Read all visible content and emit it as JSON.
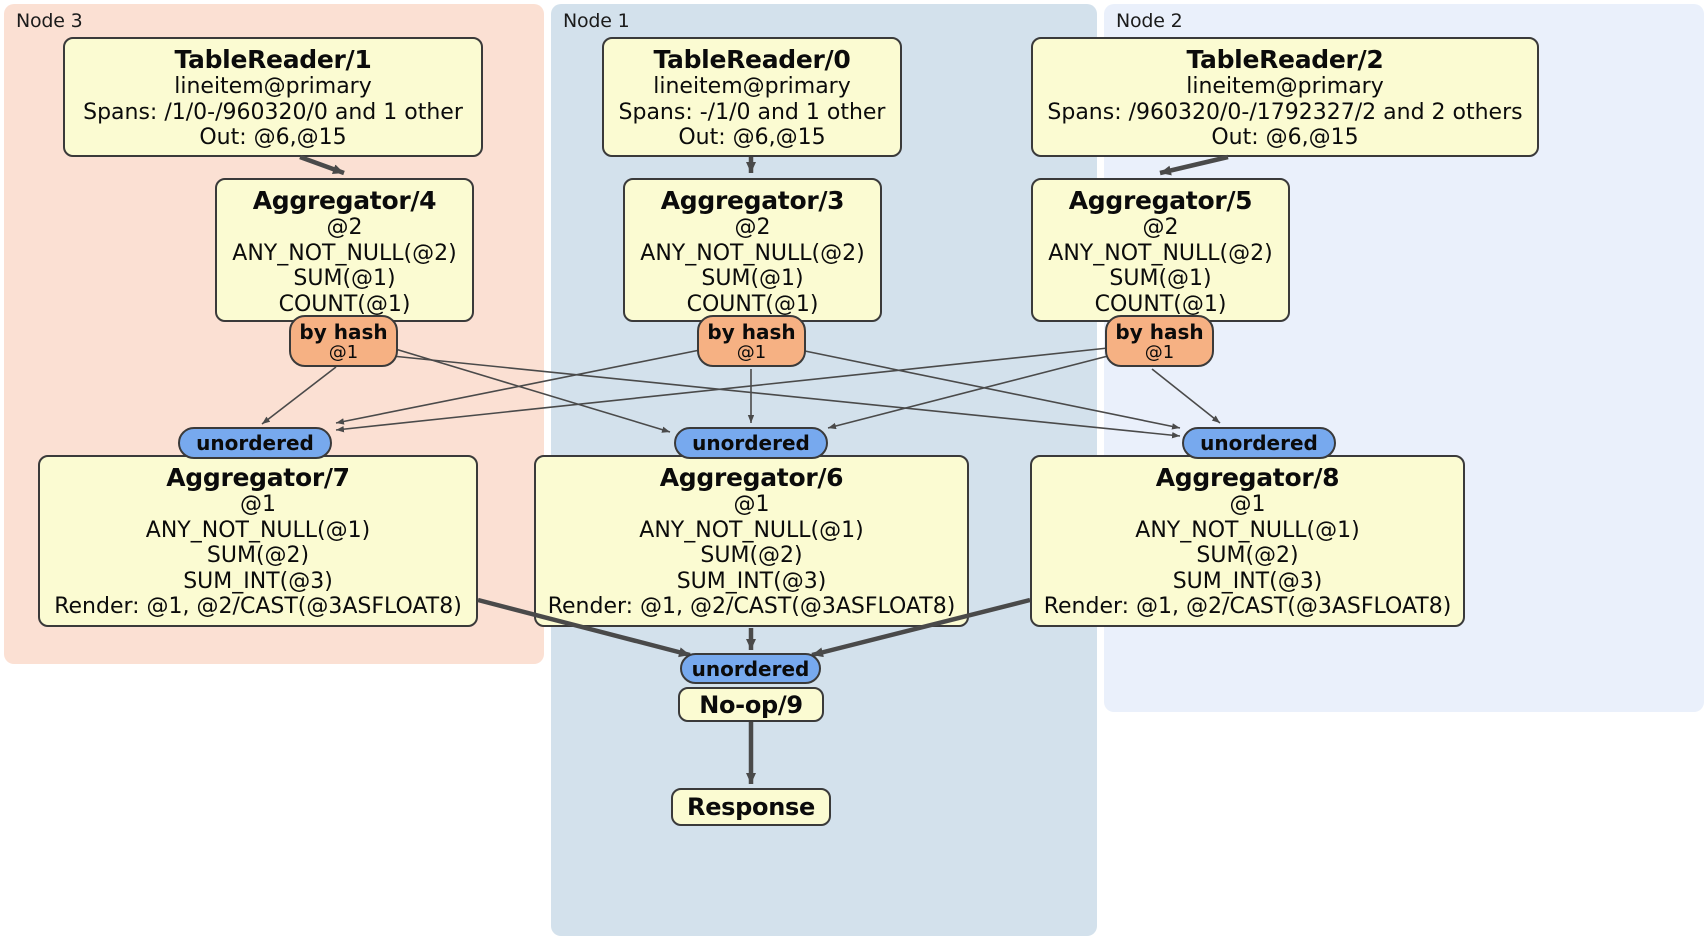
{
  "diagram": {
    "type": "distributed-query-plan",
    "regions": [
      {
        "id": "node3",
        "label": "Node 3",
        "color": "#fbe0d3"
      },
      {
        "id": "node1",
        "label": "Node 1",
        "color": "#d3e1ec"
      },
      {
        "id": "node2",
        "label": "Node 2",
        "color": "#eaf0fb"
      }
    ],
    "box_color": "#fbfbd2",
    "hash_pill_color": "#f6b183",
    "unordered_pill_color": "#77a9ee",
    "table_readers": [
      {
        "id": "tr1",
        "title": "TableReader/1",
        "table": "lineitem@primary",
        "spans": "Spans: /1/0-/960320/0 and 1 other",
        "out": "Out: @6,@15"
      },
      {
        "id": "tr0",
        "title": "TableReader/0",
        "table": "lineitem@primary",
        "spans": "Spans: -/1/0 and 1 other",
        "out": "Out: @6,@15"
      },
      {
        "id": "tr2",
        "title": "TableReader/2",
        "table": "lineitem@primary",
        "spans": "Spans: /960320/0-/1792327/2 and 2 others",
        "out": "Out: @6,@15"
      }
    ],
    "local_aggregators": [
      {
        "id": "agg4",
        "title": "Aggregator/4",
        "group": "@2",
        "f1": "ANY_NOT_NULL(@2)",
        "f2": "SUM(@1)",
        "f3": "COUNT(@1)"
      },
      {
        "id": "agg3",
        "title": "Aggregator/3",
        "group": "@2",
        "f1": "ANY_NOT_NULL(@2)",
        "f2": "SUM(@1)",
        "f3": "COUNT(@1)"
      },
      {
        "id": "agg5",
        "title": "Aggregator/5",
        "group": "@2",
        "f1": "ANY_NOT_NULL(@2)",
        "f2": "SUM(@1)",
        "f3": "COUNT(@1)"
      }
    ],
    "hash_routers": [
      {
        "id": "hash4",
        "label": "by hash",
        "column": "@1"
      },
      {
        "id": "hash3",
        "label": "by hash",
        "column": "@1"
      },
      {
        "id": "hash5",
        "label": "by hash",
        "column": "@1"
      }
    ],
    "unordered_synchronizers": [
      {
        "id": "unord7",
        "label": "unordered"
      },
      {
        "id": "unord6",
        "label": "unordered"
      },
      {
        "id": "unord8",
        "label": "unordered"
      },
      {
        "id": "unord9",
        "label": "unordered"
      }
    ],
    "final_aggregators": [
      {
        "id": "agg7",
        "title": "Aggregator/7",
        "group": "@1",
        "f1": "ANY_NOT_NULL(@1)",
        "f2": "SUM(@2)",
        "f3": "SUM_INT(@3)",
        "render": "Render: @1, @2/CAST(@3ASFLOAT8)"
      },
      {
        "id": "agg6",
        "title": "Aggregator/6",
        "group": "@1",
        "f1": "ANY_NOT_NULL(@1)",
        "f2": "SUM(@2)",
        "f3": "SUM_INT(@3)",
        "render": "Render: @1, @2/CAST(@3ASFLOAT8)"
      },
      {
        "id": "agg8",
        "title": "Aggregator/8",
        "group": "@1",
        "f1": "ANY_NOT_NULL(@1)",
        "f2": "SUM(@2)",
        "f3": "SUM_INT(@3)",
        "render": "Render: @1, @2/CAST(@3ASFLOAT8)"
      }
    ],
    "noop": {
      "title": "No-op/9"
    },
    "response": {
      "title": "Response"
    }
  }
}
